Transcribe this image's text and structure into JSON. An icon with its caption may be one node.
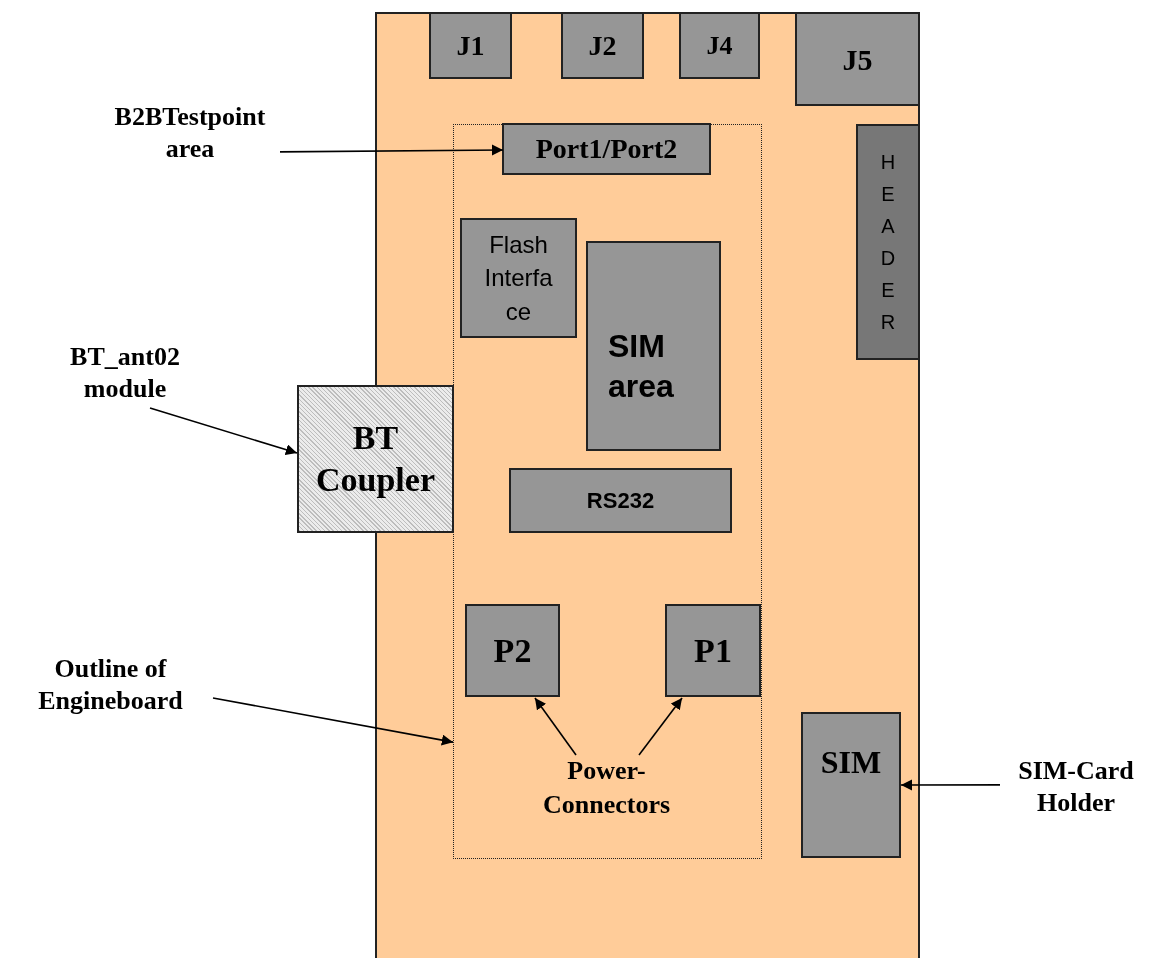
{
  "diagram": {
    "nodes": [
      {
        "text": [],
        "shape": "box"
      },
      {
        "text": [
          "J1"
        ],
        "in": 0
      },
      {
        "text": [
          "J2"
        ],
        "in": 0
      },
      {
        "text": [
          "J4"
        ],
        "in": 0
      },
      {
        "text": [
          "J5"
        ],
        "in": 0
      },
      {
        "text": [],
        "shape": "box",
        "in": 0
      },
      {
        "text": [
          "Port1/Port2"
        ],
        "in": 5
      },
      {
        "text": [
          "HEADER"
        ],
        "in": 0
      },
      {
        "text": [
          "Flash Interface"
        ],
        "in": 5
      },
      {
        "text": [
          "SIM area"
        ],
        "in": 5
      },
      {
        "text": [
          "BT Coupler"
        ]
      },
      {
        "text": [
          "RS232"
        ],
        "in": 5
      },
      {
        "text": [
          "P2"
        ],
        "in": 5
      },
      {
        "text": [
          "P1"
        ],
        "in": 5
      },
      {
        "text": [
          "SIM"
        ],
        "in": 0
      },
      {
        "text": [
          "B2BTestpoint area"
        ]
      },
      {
        "text": [
          "BT_ant02 module"
        ]
      },
      {
        "text": [
          "Outline of Engineboard"
        ]
      },
      {
        "text": [
          "Power- Connectors"
        ],
        "in": 5
      },
      {
        "text": [
          "SIM-Card Holder"
        ]
      }
    ],
    "edges": [
      {
        "from": 15,
        "to": 6,
        "arrow": "to"
      },
      {
        "from": 16,
        "to": 10,
        "arrow": "to"
      },
      {
        "from": 17,
        "to": 5,
        "arrow": "to"
      },
      {
        "from": 18,
        "to": 12,
        "arrow": "to"
      },
      {
        "from": 18,
        "to": 13,
        "arrow": "to"
      },
      {
        "from": 19,
        "to": 14,
        "arrow": "to"
      }
    ]
  }
}
